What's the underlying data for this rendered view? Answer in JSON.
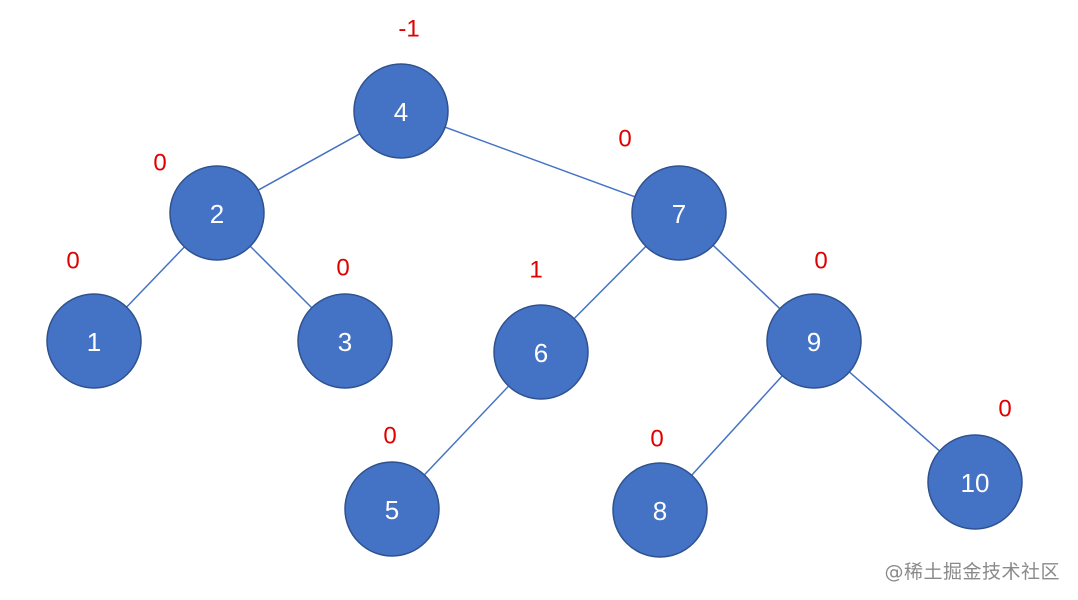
{
  "colors": {
    "node_fill": "#4472c4",
    "node_stroke": "#2f528f",
    "edge": "#4472c4",
    "balance_factor": "#e00000",
    "node_text": "#ffffff",
    "watermark": "#8a8a8a"
  },
  "nodes": [
    {
      "id": "n4",
      "label": "4",
      "balance_factor": "-1"
    },
    {
      "id": "n2",
      "label": "2",
      "balance_factor": "0"
    },
    {
      "id": "n7",
      "label": "7",
      "balance_factor": "0"
    },
    {
      "id": "n1",
      "label": "1",
      "balance_factor": "0"
    },
    {
      "id": "n3",
      "label": "3",
      "balance_factor": "0"
    },
    {
      "id": "n6",
      "label": "6",
      "balance_factor": "1"
    },
    {
      "id": "n9",
      "label": "9",
      "balance_factor": "0"
    },
    {
      "id": "n5",
      "label": "5",
      "balance_factor": "0"
    },
    {
      "id": "n8",
      "label": "8",
      "balance_factor": "0"
    },
    {
      "id": "n10",
      "label": "10",
      "balance_factor": "0"
    }
  ],
  "edges": [
    {
      "from": "n4",
      "to": "n2"
    },
    {
      "from": "n4",
      "to": "n7"
    },
    {
      "from": "n2",
      "to": "n1"
    },
    {
      "from": "n2",
      "to": "n3"
    },
    {
      "from": "n7",
      "to": "n6"
    },
    {
      "from": "n7",
      "to": "n9"
    },
    {
      "from": "n6",
      "to": "n5"
    },
    {
      "from": "n9",
      "to": "n8"
    },
    {
      "from": "n9",
      "to": "n10"
    }
  ],
  "watermark": "@稀土掘金技术社区"
}
